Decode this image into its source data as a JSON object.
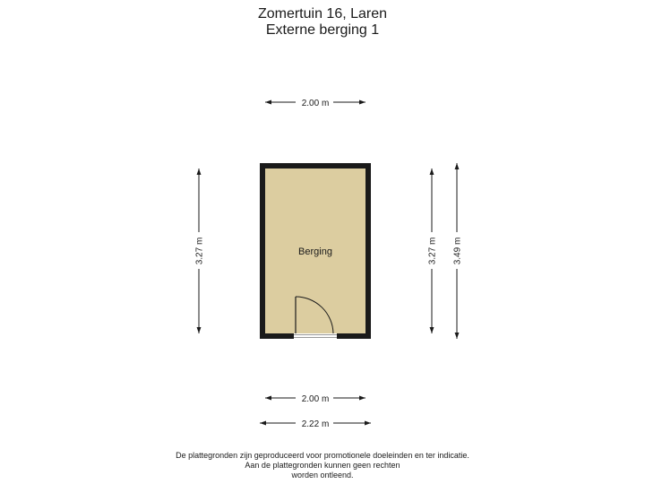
{
  "header": {
    "title": "Zomertuin 16, Laren",
    "subtitle": "Externe berging 1"
  },
  "room": {
    "name": "Berging",
    "fill_color": "#dccda0",
    "wall_color": "#1a1a1a"
  },
  "dimensions": {
    "top_width": "2.00 m",
    "bottom_inner_width": "2.00 m",
    "bottom_outer_width": "2.22 m",
    "left_height": "3.27 m",
    "right_inner_height": "3.27 m",
    "right_outer_height": "3.49 m"
  },
  "disclaimer": {
    "line1": "De plattegronden zijn geproduceerd voor promotionele doeleinden en ter indicatie.",
    "line2": "Aan de plattegronden kunnen geen rechten",
    "line3": "worden ontleend."
  }
}
